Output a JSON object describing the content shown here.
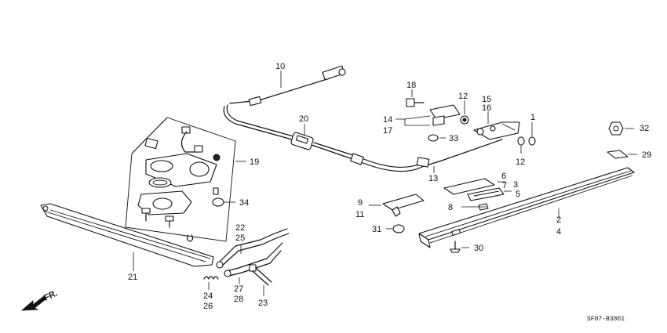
{
  "callouts": {
    "c1": "1",
    "c2": "2",
    "c3": "3",
    "c4": "4",
    "c5": "5",
    "c6": "6",
    "c7": "7",
    "c8": "8",
    "c9": "9",
    "c10": "10",
    "c11": "11",
    "c12a": "12",
    "c12b": "12",
    "c13": "13",
    "c14": "14",
    "c15": "15",
    "c16": "16",
    "c17": "17",
    "c18": "18",
    "c19": "19",
    "c20": "20",
    "c21": "21",
    "c22": "22",
    "c23": "23",
    "c24": "24",
    "c25": "25",
    "c26": "26",
    "c27": "27",
    "c28": "28",
    "c29": "29",
    "c30": "30",
    "c31": "31",
    "c32": "32",
    "c33": "33",
    "c34": "34"
  },
  "direction_label": "FR.",
  "diagram_code": "SF07-B3801"
}
